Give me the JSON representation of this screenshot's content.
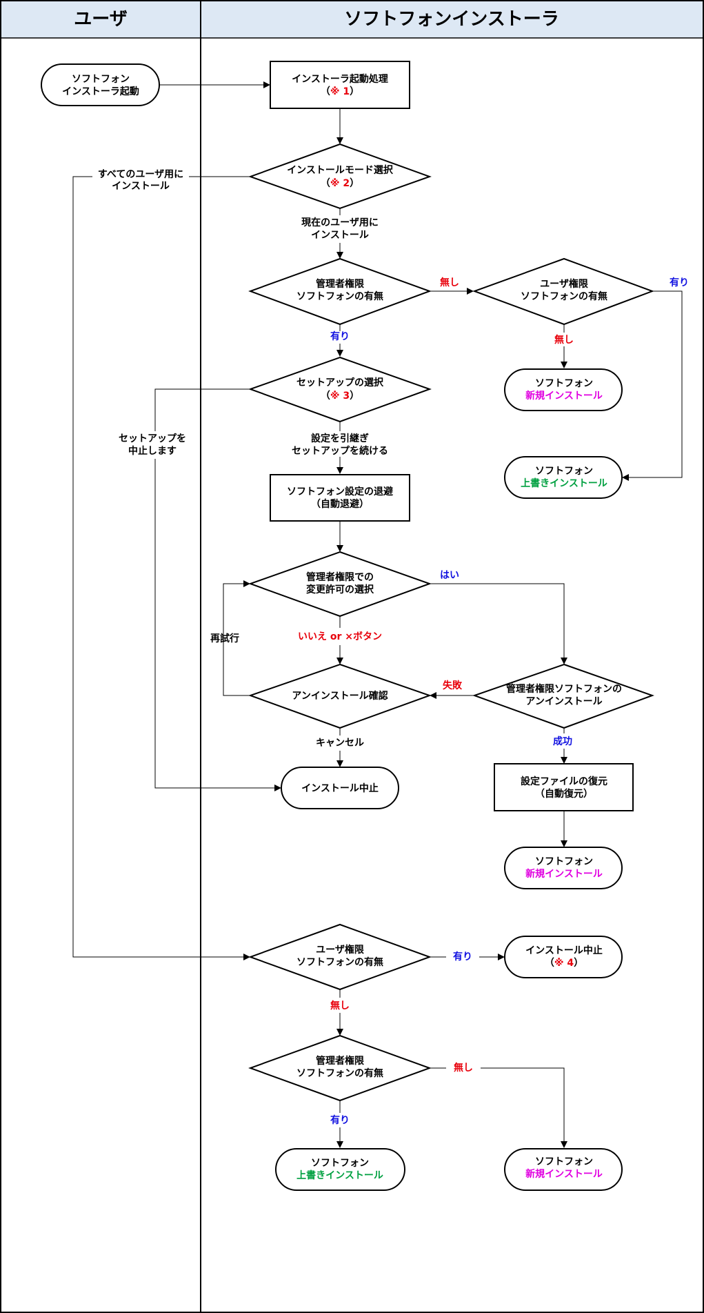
{
  "lanes": {
    "user": "ユーザ",
    "installer": "ソフトフォンインストーラ"
  },
  "nodes": {
    "start": {
      "line1": "ソフトフォン",
      "line2": "インストーラ起動"
    },
    "boot": {
      "line1": "インストーラ起動処理",
      "open": "（",
      "mark": "※ 1",
      "close": "）"
    },
    "mode": {
      "line1": "インストールモード選択",
      "open": "（",
      "mark": "※ 2",
      "close": "）"
    },
    "admin1": {
      "line1": "管理者権限",
      "line2": "ソフトフォンの有無"
    },
    "user1": {
      "line1": "ユーザ権限",
      "line2": "ソフトフォンの有無"
    },
    "new1": {
      "line1": "ソフトフォン",
      "line2": "新規インストール"
    },
    "over1": {
      "line1": "ソフトフォン",
      "line2": "上書きインストール"
    },
    "setup": {
      "line1": "セットアップの選択",
      "open": "（",
      "mark": "※ 3",
      "close": "）"
    },
    "backup": {
      "line1": "ソフトフォン設定の退避",
      "line2": "（自動退避）"
    },
    "permit": {
      "line1": "管理者権限での",
      "line2": "変更許可の選択"
    },
    "uninstConfirm": {
      "line1": "アンインストール確認"
    },
    "adminUninst": {
      "line1": "管理者権限ソフトフォンの",
      "line2": "アンインストール"
    },
    "abort1": {
      "line1": "インストール中止"
    },
    "restore": {
      "line1": "設定ファイルの復元",
      "line2": "（自動復元）"
    },
    "new2": {
      "line1": "ソフトフォン",
      "line2": "新規インストール"
    },
    "user2": {
      "line1": "ユーザ権限",
      "line2": "ソフトフォンの有無"
    },
    "abort2": {
      "line1": "インストール中止",
      "open": "（",
      "mark": "※ 4",
      "close": "）"
    },
    "admin2": {
      "line1": "管理者権限",
      "line2": "ソフトフォンの有無"
    },
    "over2": {
      "line1": "ソフトフォン",
      "line2": "上書きインストール"
    },
    "new3": {
      "line1": "ソフトフォン",
      "line2": "新規インストール"
    }
  },
  "edges": {
    "allUsers": {
      "line1": "すべてのユーザ用に",
      "line2": "インストール"
    },
    "currentUser": {
      "line1": "現在のユーザ用に",
      "line2": "インストール"
    },
    "none1": "無し",
    "yes1": "有り",
    "yes2": "有り",
    "none2": "無し",
    "keepSettings": {
      "line1": "設定を引継ぎ",
      "line2": "セットアップを続ける"
    },
    "stopSetup": {
      "line1": "セットアップを",
      "line2": "中止します"
    },
    "hai": "はい",
    "iie": "いいえ or ×ボタン",
    "retry": "再試行",
    "fail": "失敗",
    "cancel": "キャンセル",
    "success": "成功",
    "yes3": "有り",
    "none3": "無し",
    "none4": "無し",
    "yes4": "有り"
  },
  "colors": {
    "red": "#e8000b",
    "blue": "#1010e0",
    "magenta": "#e000e0",
    "green": "#00a040",
    "header": "#dde8f4"
  }
}
